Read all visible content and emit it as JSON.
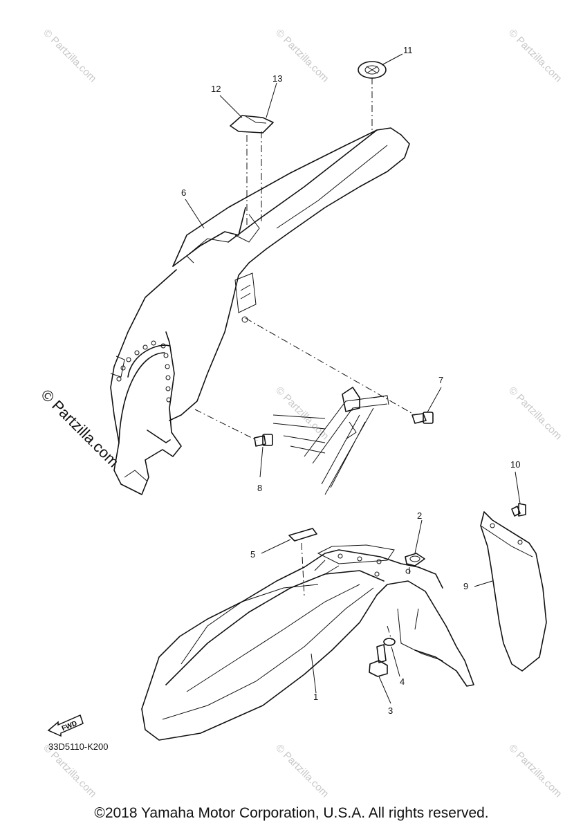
{
  "diagram": {
    "code": "33D5110-K200",
    "copyright": "©2018 Yamaha Motor Corporation, U.S.A. All rights reserved.",
    "watermark": "© Partzilla.com",
    "fwd_label": "FWD"
  },
  "callouts": [
    {
      "id": "c1",
      "text": "1"
    },
    {
      "id": "c2",
      "text": "2"
    },
    {
      "id": "c3",
      "text": "3"
    },
    {
      "id": "c4",
      "text": "4"
    },
    {
      "id": "c5",
      "text": "5"
    },
    {
      "id": "c6",
      "text": "6"
    },
    {
      "id": "c7",
      "text": "7"
    },
    {
      "id": "c8",
      "text": "8"
    },
    {
      "id": "c9",
      "text": "9"
    },
    {
      "id": "c10",
      "text": "10"
    },
    {
      "id": "c11",
      "text": "11"
    },
    {
      "id": "c12",
      "text": "12"
    },
    {
      "id": "c13",
      "text": "13"
    }
  ]
}
